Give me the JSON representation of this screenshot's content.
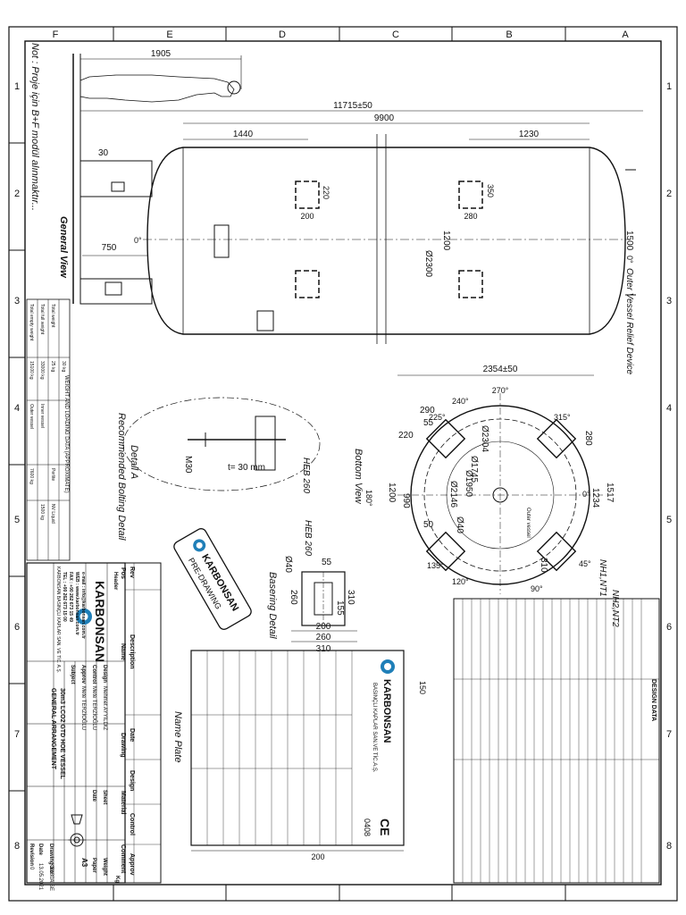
{
  "border": {
    "columns_top": [
      "F",
      "E",
      "D",
      "C",
      "B",
      "A"
    ],
    "rows_left": [
      "1",
      "2",
      "3",
      "4",
      "5",
      "6",
      "7",
      "8"
    ]
  },
  "note": "Not : Proje için B+F modül alınmaktır...",
  "general_view": {
    "label": "General View",
    "dims": {
      "person_height": "1905",
      "overall_length": "11715±50",
      "shell_length": "9900",
      "nozzle_offset_left": "1440",
      "nozzle_offset_right": "1230",
      "support_offset": "30",
      "manway_height": "750",
      "nozzle_size_left_h": "220",
      "nozzle_size_left_w": "200",
      "nozzle_size_right_h": "350",
      "nozzle_size_right_w": "280",
      "inner_height": "1200",
      "diameter": "Ø2300",
      "relief_height": "1500",
      "zero_left": "0°",
      "zero_right": "0°",
      "relief_label": "Outer Vessel Relief Device"
    }
  },
  "weights_table": {
    "title": "WEIGHT AND LOADING DATA (APPROXIMATE)",
    "rows": [
      {
        "label": "Total empty weight",
        "v1": "15100 kg",
        "v2": "Outer vessel",
        "v3": "7600 kg"
      },
      {
        "label": "Total full weight",
        "v1": "33000 kg",
        "v2": "Inner vessel",
        "v3": "",
        "v4": "1500 kg"
      },
      {
        "label": "Total weight",
        "v1": "25 kg",
        "v2": "Perlite",
        "v3": "NV Liquid"
      },
      {
        "label": "",
        "v1": "30 kg",
        "v2": "",
        "v3": ""
      }
    ]
  },
  "detail_a": {
    "title": "Detail A",
    "subtitle": "Recommended Bolting  Detail",
    "beam": "HEB 260",
    "bolt": "M30",
    "thickness": "t= 30 mm"
  },
  "bottom_view": {
    "label": "Bottom View",
    "angle_180": "180°",
    "dims": {
      "width": "2354±50",
      "d2304": "Ø2304",
      "d1745": "Ø1745",
      "d1950": "Ø1950",
      "d2146": "Ø2146",
      "d40": "Ø40",
      "d290": "290",
      "d55": "55",
      "d220": "220",
      "d1200": "1200",
      "d990": "990",
      "d1517": "1517",
      "d1234": "1234",
      "d50": "50",
      "d310": "310",
      "d280": "280"
    },
    "angles": [
      "270°",
      "240°",
      "225°",
      "315°",
      "0°",
      "135°",
      "120°",
      "90°",
      "45°"
    ],
    "labels": [
      "NH1,NT1",
      "NH2,NT2",
      "Outer vessel"
    ]
  },
  "basering": {
    "title": "Basering Detail",
    "beam": "HEB 260",
    "d40": "Ø40",
    "d55": "55",
    "d260": "260",
    "d310a": "310",
    "d155": "155",
    "d200": "200",
    "d260b": "260",
    "d310b": "310"
  },
  "stamp": {
    "brand": "KARBONSAN",
    "text": "PRE-DRAWING"
  },
  "name_plate": {
    "title": "Name Plate",
    "brand": "KARBONSAN",
    "sub": "BASINÇLI KAPLAR\nSAN.VE TİC.A.Ş.",
    "ce": "CE",
    "ce_num": "0408",
    "width_dim": "200",
    "height_dim": "150"
  },
  "design_data": {
    "title": "DESIGN DATA"
  },
  "revision": {
    "headers": [
      "Rev",
      "Description",
      "Date",
      "Design",
      "Control",
      "Approv"
    ]
  },
  "title_block": {
    "company": "KARBONSAN",
    "address": "KARBONSAN BASINÇLI KAPLAR SAN. VE TİC. A.Ş.",
    "tel": "TEL : +90 262 673 15 00",
    "fax": "FAX : +90 262 673 15 49",
    "web": "WEB : www.karbonsan.com.tr",
    "email": "e-mail : info@karbonsan.com.tr",
    "design_label": "Design",
    "design_name": "Mehmet AYYILDIZ",
    "control_label": "Control",
    "control_name": "Mete TERZİOĞLU",
    "approv_label": "Approv",
    "approv_name": "Mete TERZİOĞLU",
    "subject_label": "Subject",
    "subject": "30m3 LCO2 GTD HOE VESSEL",
    "subject2": "GENERAL ARRANGEMENT",
    "drawing_no_label": "Drawing No",
    "drawing_no": "K2180A.SE",
    "material_label": "Material",
    "sheet_label": "Sheet",
    "date_label": "Date",
    "date": "13.05.2021",
    "revision_label": "Revision",
    "revision": "0",
    "size": "A3",
    "paper_label": "Paper",
    "weight_label": "Weight",
    "weight_unit": "Kg",
    "comment_label": "Comment",
    "name_label": "Name",
    "drawing_label": "Drawing",
    "pos_label": "Pos",
    "head_label": "Header"
  }
}
